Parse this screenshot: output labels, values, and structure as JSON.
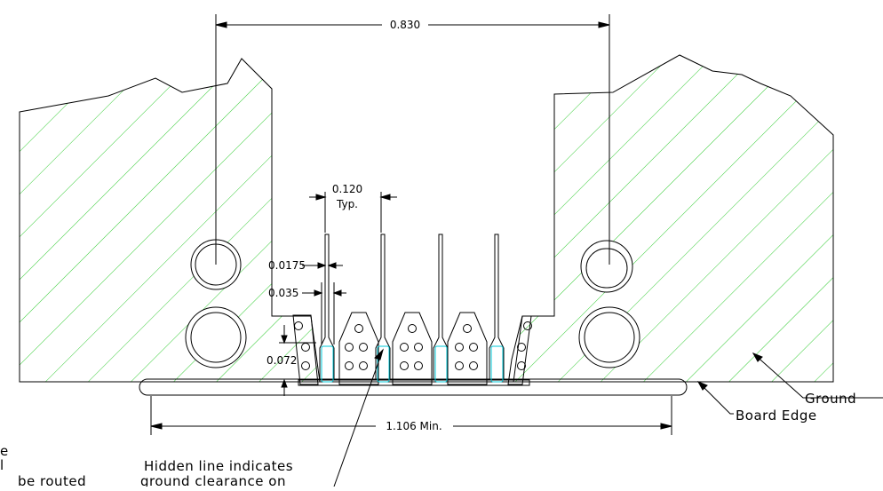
{
  "dimensions": {
    "hole_spacing": "0.830",
    "pitch": "0.120",
    "pitch_note": "Typ.",
    "trace_width": "0.0175",
    "pad_width": "0.035",
    "pad_height": "0.072",
    "clearance_width": "1.106 Min."
  },
  "callouts": {
    "ground": "Ground",
    "board_edge": "Board Edge",
    "hidden_line_1": "Hidden line indicates",
    "hidden_line_2": "ground clearance on",
    "left_fragment_1": "e",
    "left_fragment_2": "l",
    "left_fragment_3": "be routed"
  },
  "colors": {
    "ground_hatch": "#33cc33",
    "pad_outline": "#00c8d8",
    "line": "#000000"
  }
}
